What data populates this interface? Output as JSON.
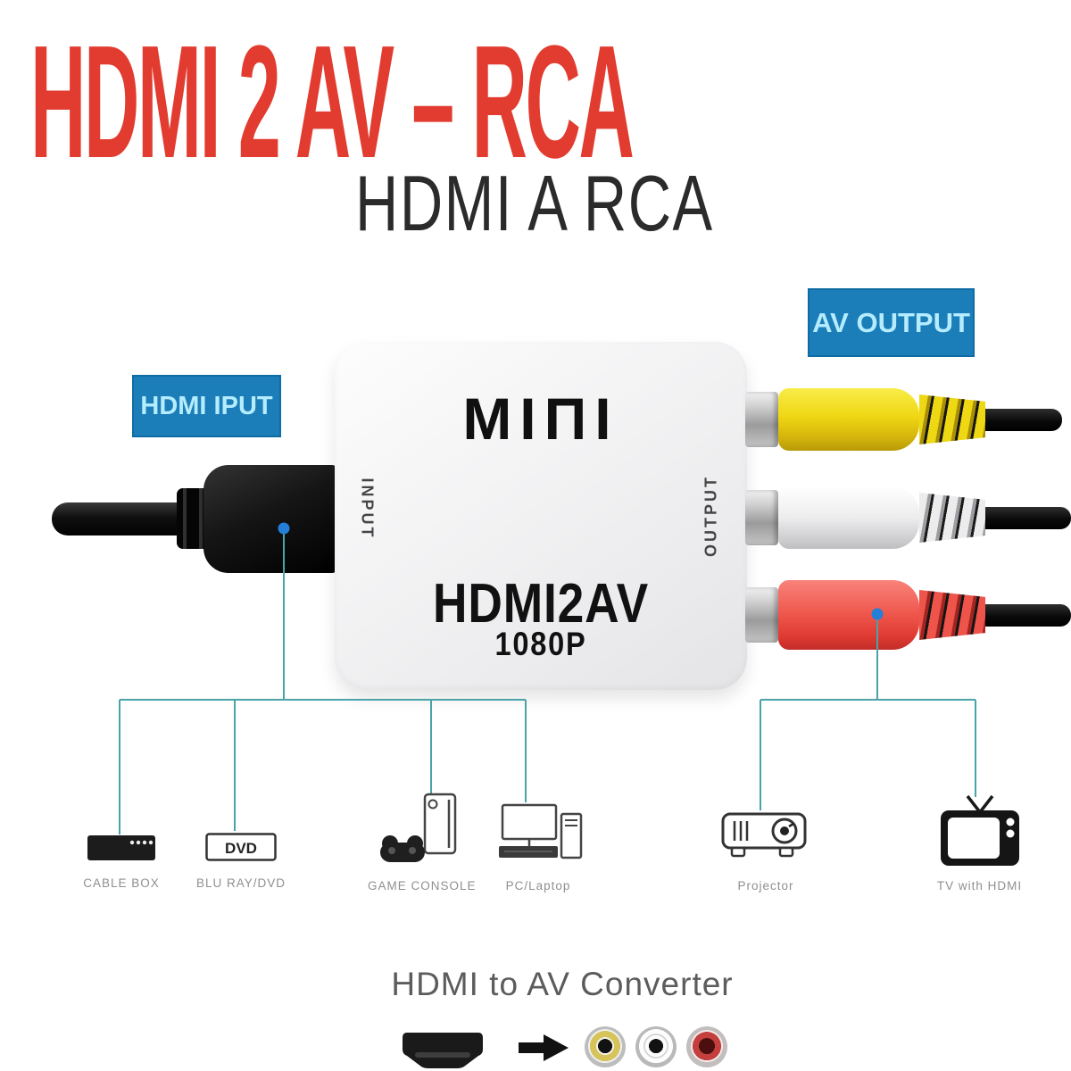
{
  "title": "HDMI 2 AV – RCA",
  "subtitle": "HDMI A RCA",
  "callouts": {
    "av_output": "AV OUTPUT",
    "hdmi_input": "HDMI IPUT"
  },
  "converter": {
    "brand": "MIΠI",
    "input_side": "INPUT",
    "output_side": "OUTPUT",
    "model": "HDMI2AV",
    "resolution": "1080P"
  },
  "devices": [
    {
      "label": "CABLE BOX"
    },
    {
      "label": "BLU RAY/DVD",
      "icon_text": "DVD"
    },
    {
      "label": "GAME CONSOLE"
    },
    {
      "label": "PC/Laptop"
    },
    {
      "label": "Projector"
    },
    {
      "label": "TV with HDMI"
    }
  ],
  "footer": {
    "caption": "HDMI to AV Converter"
  },
  "colors": {
    "title_red": "#E23B2F",
    "callout_blue_bg": "#1B7EB8",
    "callout_text": "#B5ECFF",
    "connection_line_teal": "#4AA3A8",
    "marker_dot_blue": "#2480D6",
    "rca_yellow": "#EFD713",
    "rca_white": "#EDEDEE",
    "rca_red": "#F05A50"
  }
}
